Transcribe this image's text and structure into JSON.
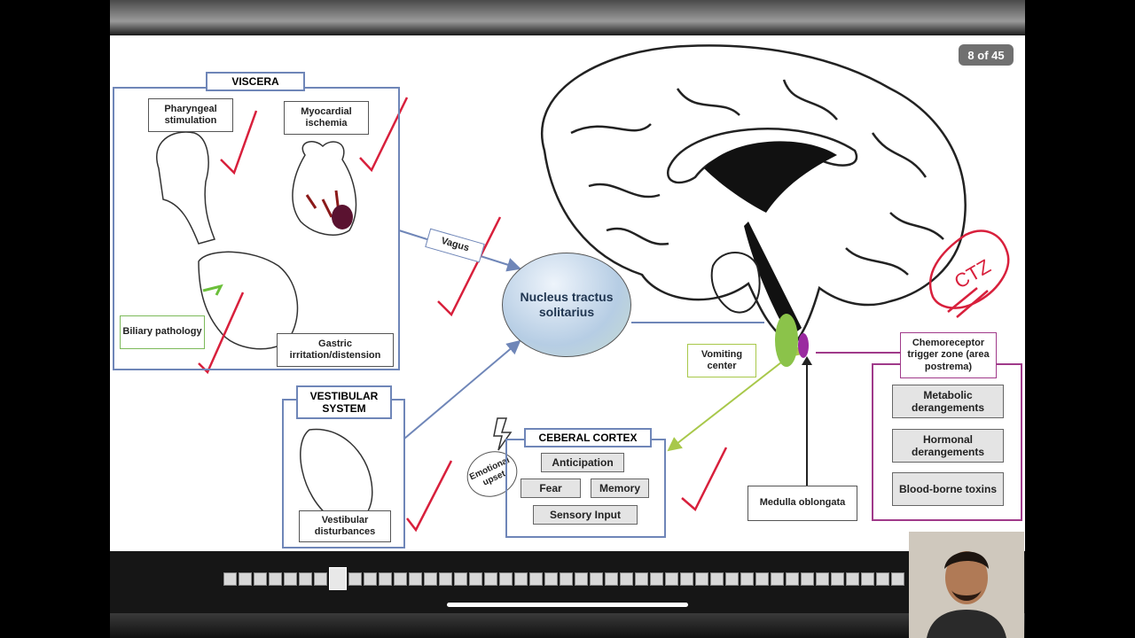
{
  "slide_counter": "8 of 45",
  "viscera": {
    "title": "VISCERA",
    "pharyngeal": "Pharyngeal stimulation",
    "myocardial": "Myocardial ischemia",
    "biliary": "Biliary pathology",
    "gastric": "Gastric irritation/distension"
  },
  "vagus": "Vagus",
  "nts": "Nucleus tractus solitarius",
  "vestibular": {
    "title": "VESTIBULAR SYSTEM",
    "disturbances": "Vestibular disturbances"
  },
  "emotional": "Emotional upset",
  "cortex": {
    "title": "CEBERAL CORTEX",
    "anticipation": "Anticipation",
    "fear": "Fear",
    "memory": "Memory",
    "sensory": "Sensory Input"
  },
  "vomiting_center": "Vomiting center",
  "medulla": "Medulla oblongata",
  "ctz": {
    "title": "Chemoreceptor trigger zone (area postrema)",
    "metabolic": "Metabolic derangements",
    "hormonal": "Hormonal derangements",
    "toxins": "Blood-borne toxins"
  },
  "annotation_ctz": "CTZ",
  "colors": {
    "frame_blue": "#6f86b8",
    "ctz_magenta": "#a03a8a",
    "annotation_red": "#d8203c",
    "vomiting_green": "#8bc34a",
    "ctz_purple": "#9a2aa0"
  },
  "icons": [
    "lightning-icon"
  ]
}
